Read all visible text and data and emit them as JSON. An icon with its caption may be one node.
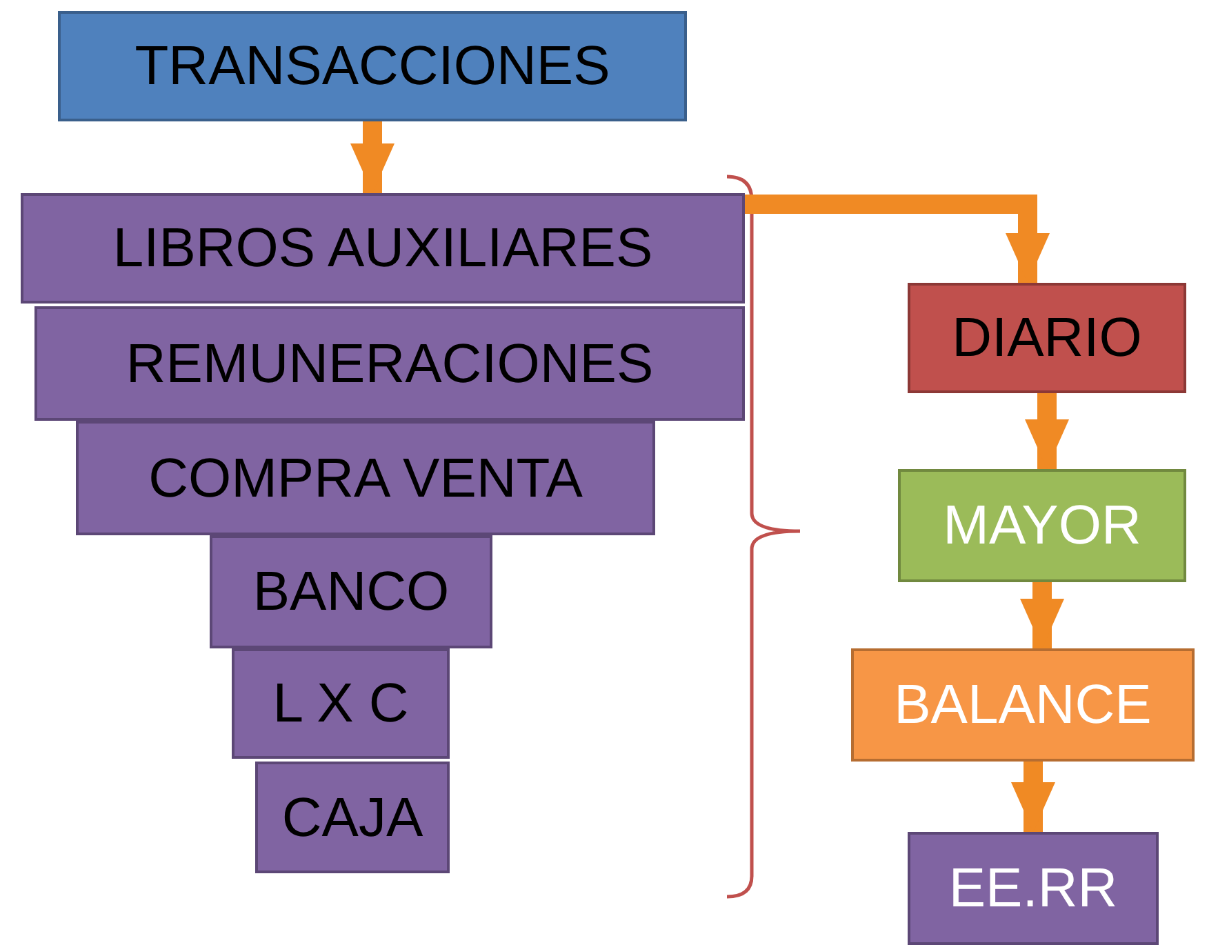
{
  "diagram": {
    "nodes": [
      {
        "text": [
          "TRANSACCIONES"
        ]
      },
      {
        "text": [
          "LIBROS AUXILIARES"
        ]
      },
      {
        "text": [
          "REMUNERACIONES"
        ]
      },
      {
        "text": [
          "COMPRA VENTA"
        ]
      },
      {
        "text": [
          "BANCO"
        ]
      },
      {
        "text": [
          "L X C"
        ]
      },
      {
        "text": [
          "CAJA"
        ]
      },
      {
        "text": [
          "DIARIO"
        ]
      },
      {
        "text": [
          "MAYOR"
        ]
      },
      {
        "text": [
          "BALANCE"
        ]
      },
      {
        "text": [
          "EE.RR"
        ]
      }
    ],
    "edges": [
      {
        "from": 0,
        "to": 1,
        "arrow": "to"
      },
      {
        "from": 1,
        "to": 7,
        "arrow": "to"
      },
      {
        "from": 7,
        "to": 8,
        "arrow": "to"
      },
      {
        "from": 8,
        "to": 9,
        "arrow": "to"
      },
      {
        "from": 9,
        "to": 10,
        "arrow": "to"
      }
    ]
  }
}
